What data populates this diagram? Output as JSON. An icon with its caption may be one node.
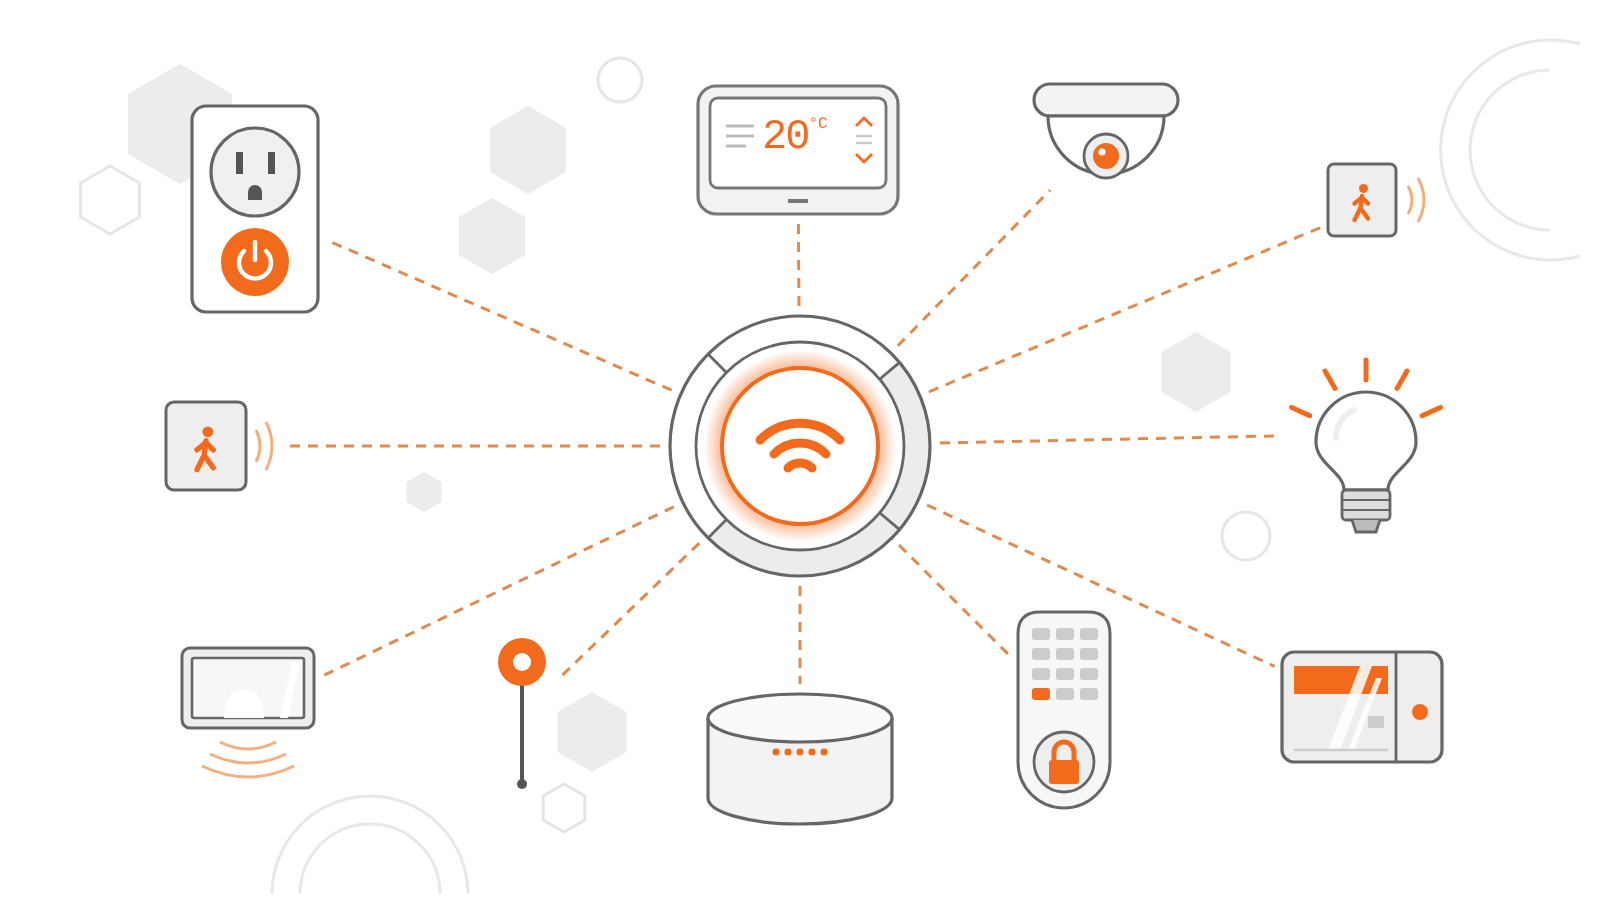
{
  "diagram": {
    "nodes": [
      {
        "text": [],
        "shape": "picture"
      },
      {
        "text": [
          "20$^{°C}$"
        ]
      },
      {
        "text": [],
        "shape": "picture"
      },
      {
        "text": [],
        "shape": "picture"
      },
      {
        "text": [],
        "shape": "picture"
      },
      {
        "text": [],
        "shape": "picture"
      },
      {
        "text": [],
        "shape": "picture"
      },
      {
        "text": [],
        "shape": "picture"
      },
      {
        "text": [],
        "shape": "picture"
      },
      {
        "text": [],
        "shape": "picture"
      },
      {
        "text": [],
        "shape": "picture"
      },
      {
        "text": [],
        "shape": "picture"
      }
    ],
    "edges": [
      {
        "from": 5,
        "to": 0,
        "arrow": "none",
        "style": "dashed"
      },
      {
        "from": 5,
        "to": 1,
        "arrow": "none",
        "style": "dashed"
      },
      {
        "from": 5,
        "to": 2,
        "arrow": "none",
        "style": "dashed"
      },
      {
        "from": 5,
        "to": 3,
        "arrow": "none",
        "style": "dashed"
      },
      {
        "from": 5,
        "to": 4,
        "arrow": "none",
        "style": "dashed"
      },
      {
        "from": 5,
        "to": 6,
        "arrow": "none",
        "style": "dashed"
      },
      {
        "from": 5,
        "to": 7,
        "arrow": "none",
        "style": "dashed"
      },
      {
        "from": 5,
        "to": 8,
        "arrow": "none",
        "style": "dashed"
      },
      {
        "from": 5,
        "to": 9,
        "arrow": "none",
        "style": "dashed"
      },
      {
        "from": 5,
        "to": 10,
        "arrow": "none",
        "style": "dashed"
      },
      {
        "from": 5,
        "to": 11,
        "arrow": "none",
        "style": "dashed"
      }
    ]
  }
}
